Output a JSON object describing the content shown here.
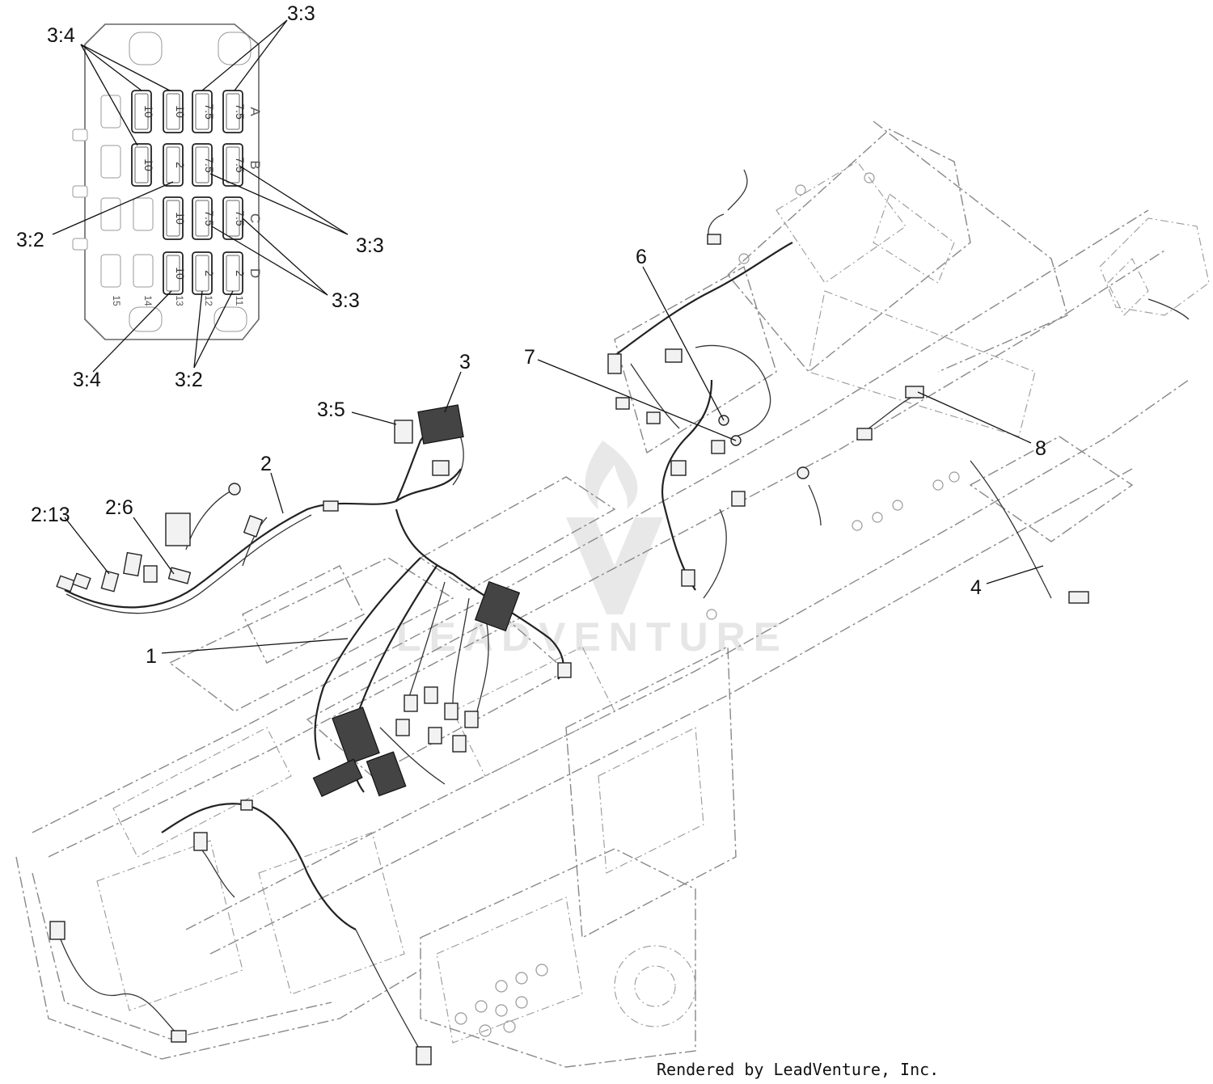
{
  "diagram": {
    "callouts": {
      "c1": "1",
      "c2": "2",
      "c2_6": "2:6",
      "c2_13": "2:13",
      "c3": "3",
      "c3_5": "3:5",
      "c4": "4",
      "c6": "6",
      "c7": "7",
      "c8": "8",
      "c3_4_top": "3:4",
      "c3_3_top": "3:3",
      "c3_2_left": "3:2",
      "c3_3_mid": "3:3",
      "c3_3_low": "3:3",
      "c3_4_bottom": "3:4",
      "c3_2_bottom": "3:2"
    },
    "fuse_panel": {
      "row_labels": [
        "A",
        "B",
        "C",
        "D"
      ],
      "slot_labels": [
        "15",
        "14",
        "13",
        "12",
        "11"
      ],
      "rows": [
        [
          "10",
          "10",
          "7.5",
          "7.5"
        ],
        [
          "10",
          "2",
          "7.5",
          "7.5"
        ],
        [
          "10",
          "7.5",
          "7.5"
        ],
        [
          "10",
          "2",
          "2"
        ]
      ]
    },
    "watermark": "LEADVENTURE",
    "footer": "Rendered by LeadVenture, Inc."
  }
}
